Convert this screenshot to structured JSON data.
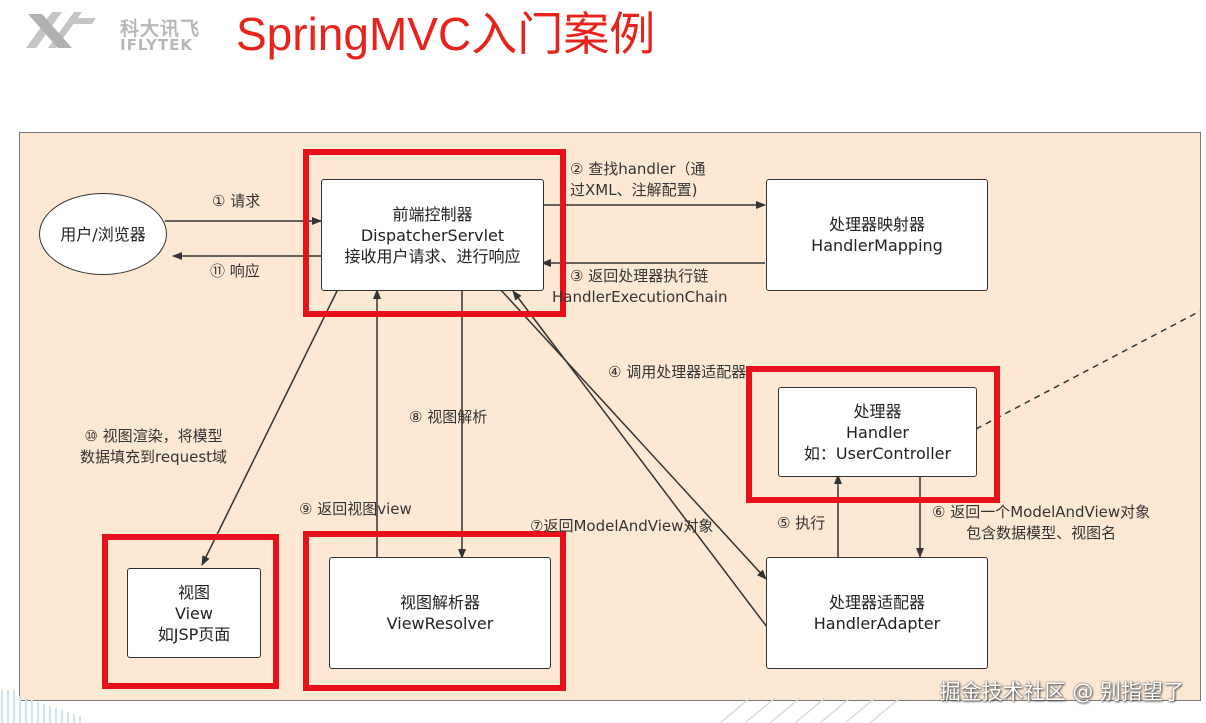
{
  "header": {
    "logo_cn": "科大讯飞",
    "logo_en": "IFLYTEK",
    "title": "SpringMVC入门案例"
  },
  "nodes": {
    "browser": "用户/浏览器",
    "dispatcher": [
      "前端控制器",
      "DispatcherServlet",
      "接收用户请求、进行响应"
    ],
    "mapping": [
      "处理器映射器",
      "HandlerMapping"
    ],
    "handler": [
      "处理器",
      "Handler",
      "如：UserController"
    ],
    "adapter": [
      "处理器适配器",
      "HandlerAdapter"
    ],
    "resolver": [
      "视图解析器",
      "ViewResolver"
    ],
    "view": [
      "视图",
      "View",
      "如JSP页面"
    ]
  },
  "edges": {
    "e1": "① 请求",
    "e11": "⑪ 响应",
    "e2": [
      "② 查找handler（通",
      "过XML、注解配置)"
    ],
    "e3": [
      "③ 返回处理器执行链",
      "HandlerExecutionChain"
    ],
    "e4": "④ 调用处理器适配器",
    "e5": "⑤ 执行",
    "e6": [
      "⑥ 返回一个ModelAndView对象",
      "包含数据模型、视图名"
    ],
    "e7": "⑦返回ModelAndView对象",
    "e8": "⑧ 视图解析",
    "e9": "⑨ 返回视图view",
    "e10": [
      "⑩ 视图渲染，将模型",
      "数据填充到request域"
    ]
  },
  "watermark": "掘金技术社区 @ 别指望了",
  "colors": {
    "title": "#e8231c",
    "highlight": "#e8101a",
    "canvas": "#fde9d3"
  }
}
